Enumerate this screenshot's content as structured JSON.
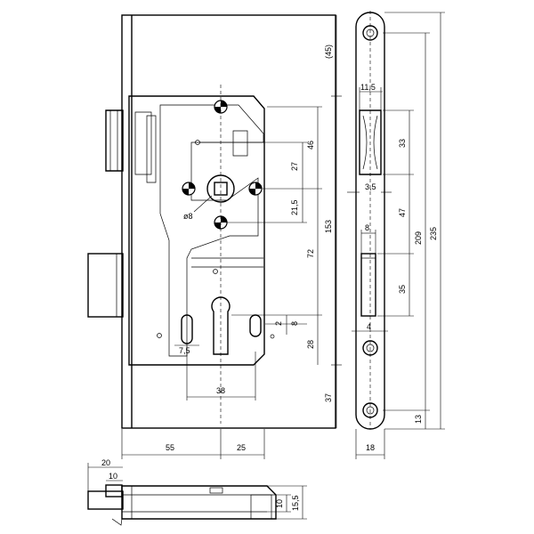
{
  "dimensions": {
    "backset_total": "(45)",
    "spindle_to_top_lever": "46",
    "spindle_upper": "27",
    "spindle_lower": "21,5",
    "spindle_square": "ø8",
    "center_distance": "72",
    "case_height": "153",
    "cyl_slot_small": "2",
    "cyl_slot_mid": "8",
    "cyl_bottom": "28",
    "cyl_width": "7,5",
    "cyl_body_width": "38",
    "bottom_offset": "37",
    "backset_left": "55",
    "backset_right": "25",
    "faceplate_latch_width": "11,5",
    "faceplate_latch_height": "33",
    "faceplate_offset": "3,5",
    "faceplate_mid": "47",
    "faceplate_span_209": "209",
    "faceplate_span_235": "235",
    "bolt_width": "8",
    "bolt_height": "35",
    "bolt_bottom": "4",
    "faceplate_bottom": "13",
    "faceplate_width": "18",
    "bottom_view_depth": "20",
    "bottom_view_small": "10",
    "bottom_view_bolt": "10",
    "bottom_view_total": "15,5"
  }
}
